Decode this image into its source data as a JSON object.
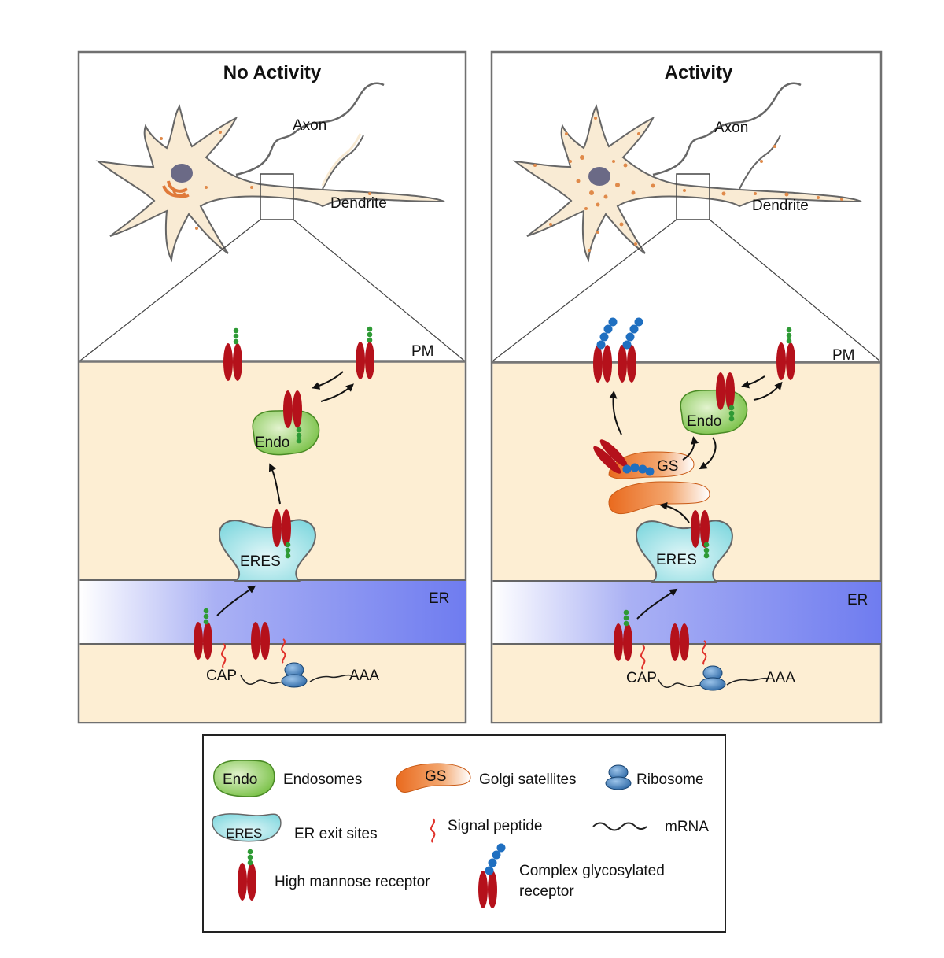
{
  "panels": {
    "left": {
      "title": "No Activity",
      "axon": "Axon",
      "dendrite": "Dendrite",
      "pm": "PM",
      "er": "ER",
      "endo": "Endo",
      "eres": "ERES",
      "cap": "CAP",
      "aaa": "AAA"
    },
    "right": {
      "title": "Activity",
      "axon": "Axon",
      "dendrite": "Dendrite",
      "pm": "PM",
      "er": "ER",
      "endo": "Endo",
      "gs": "GS",
      "eres": "ERES",
      "cap": "CAP",
      "aaa": "AAA"
    }
  },
  "legend": {
    "endo_icon": "Endo",
    "endosomes": "Endosomes",
    "gs_icon": "GS",
    "golgi_satellites": "Golgi satellites",
    "ribosome": "Ribosome",
    "eres_icon": "ERES",
    "er_exit_sites": "ER exit sites",
    "signal_peptide": "Signal peptide",
    "mrna": "mRNA",
    "high_mannose": "High mannose receptor",
    "complex_line1": "Complex glycosylated",
    "complex_line2": "receptor"
  },
  "colors": {
    "cytoplasm": "#fdeed3",
    "receptor": "#b5111b",
    "endosome": "#7cc242",
    "eres": "#8fdde3",
    "er": "#7d88f0",
    "golgi": "#ea7a2e",
    "ribosome": "#2f6aa8",
    "high_mannose_glycan": "#2e9a35",
    "complex_glycan": "#1f6fc0",
    "signal_peptide": "#e0322b"
  }
}
